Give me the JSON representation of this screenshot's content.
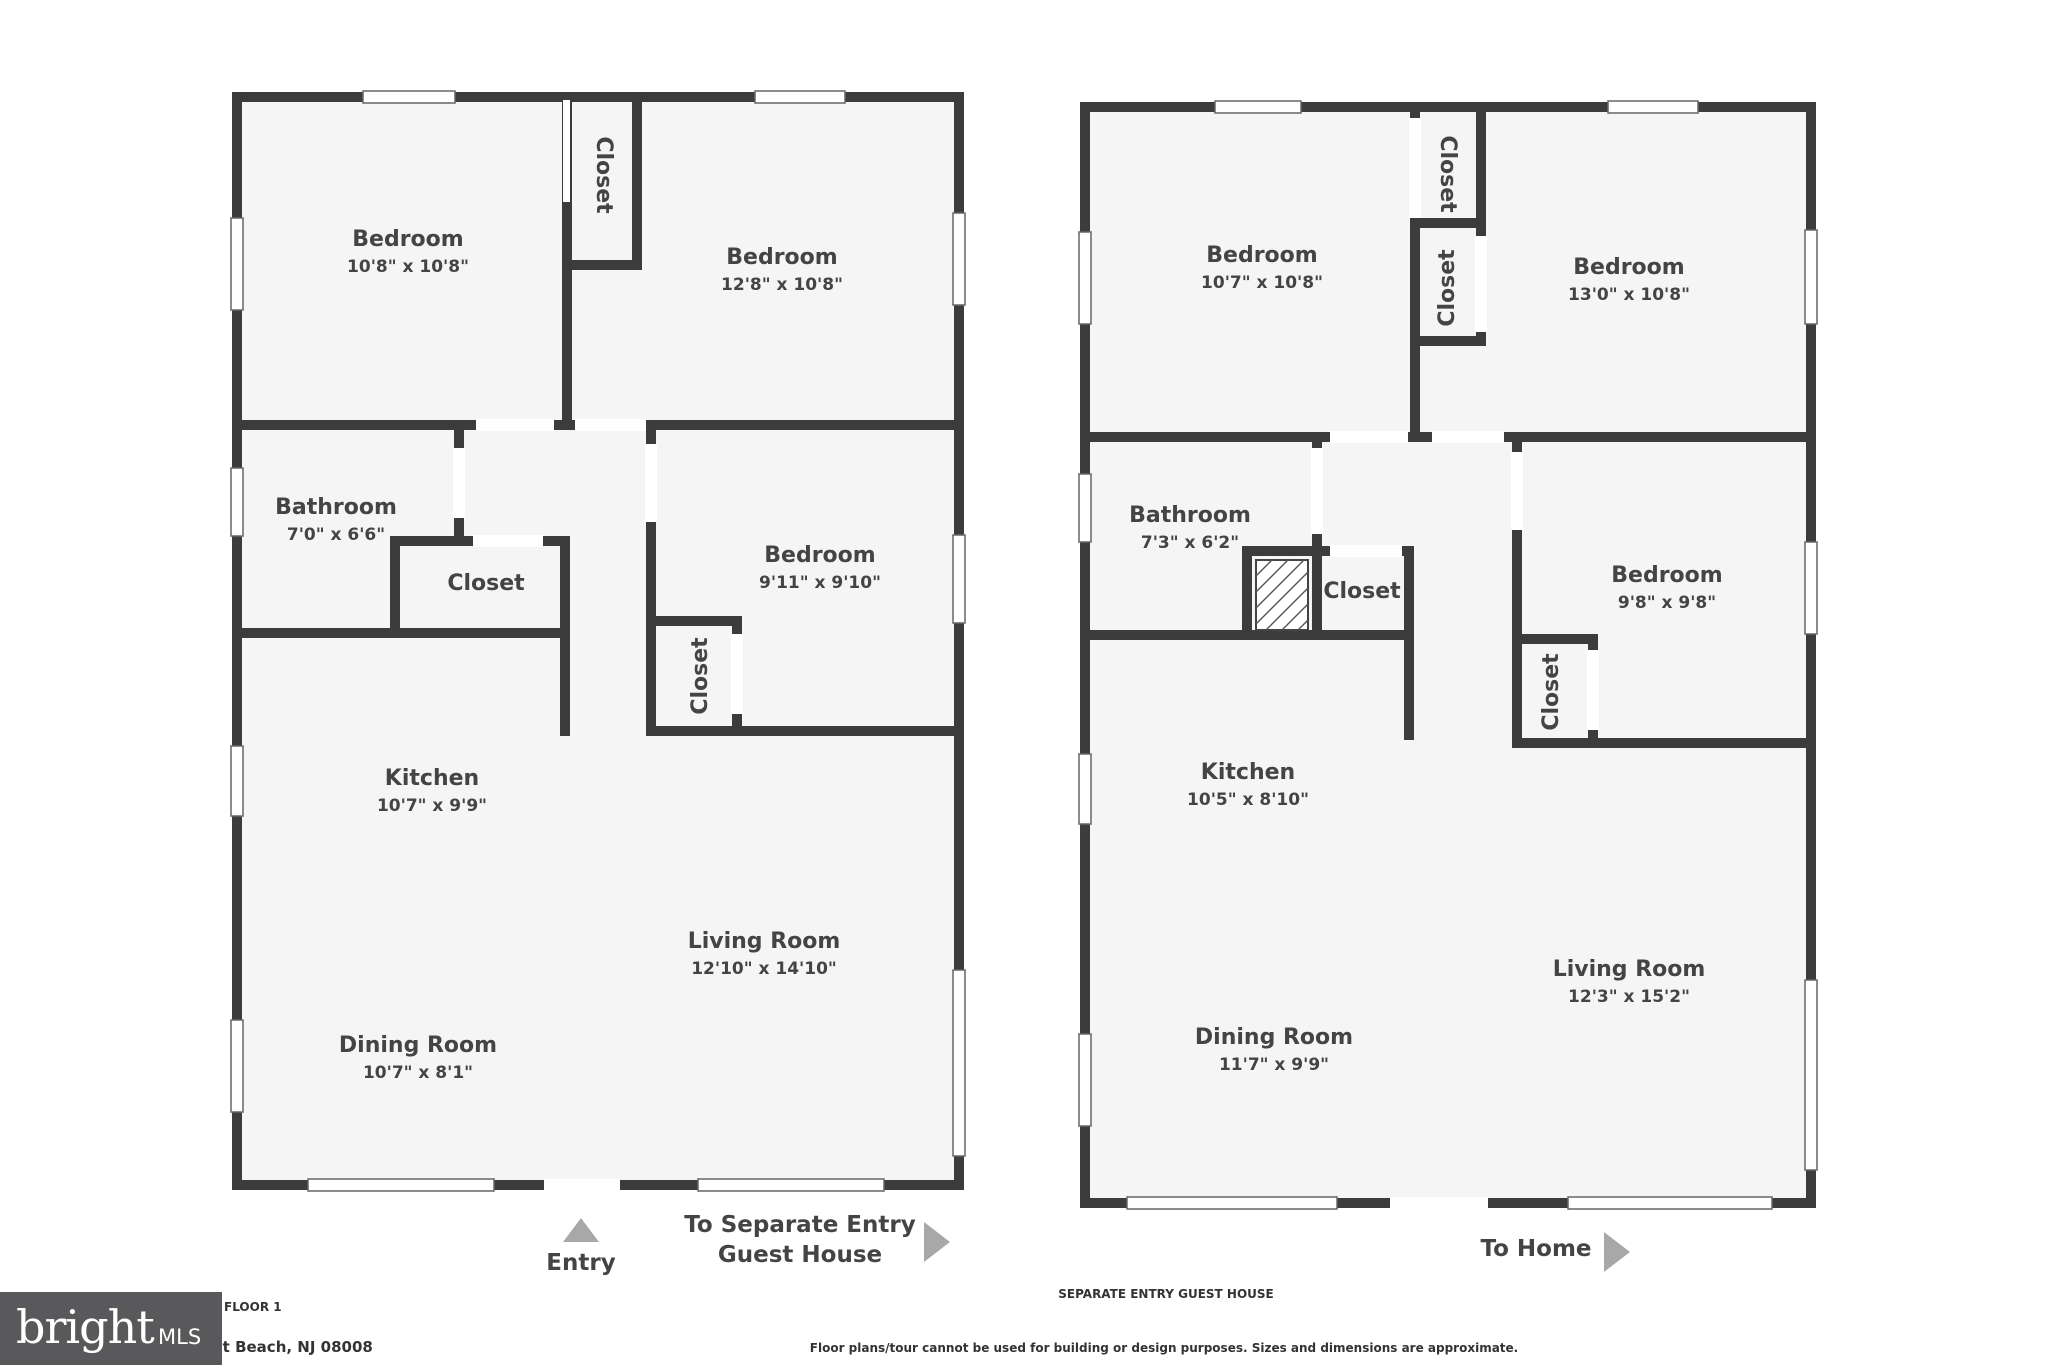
{
  "floors": [
    {
      "name": "FLOOR 1",
      "rooms": [
        {
          "name": "Bedroom",
          "dims": "10'8\" x 10'8\""
        },
        {
          "name": "Bedroom",
          "dims": "12'8\" x 10'8\""
        },
        {
          "name": "Bathroom",
          "dims": "7'0\" x 6'6\""
        },
        {
          "name": "Bedroom",
          "dims": "9'11\" x 9'10\""
        },
        {
          "name": "Kitchen",
          "dims": "10'7\" x 9'9\""
        },
        {
          "name": "Living Room",
          "dims": "12'10\" x 14'10\""
        },
        {
          "name": "Dining Room",
          "dims": "10'7\" x 8'1\""
        }
      ],
      "closets": [
        "Closet",
        "Closet",
        "Closet"
      ],
      "entry_label": "Entry",
      "guest_link_line1": "To Separate Entry",
      "guest_link_line2": "Guest House"
    },
    {
      "name": "SEPARATE ENTRY GUEST HOUSE",
      "rooms": [
        {
          "name": "Bedroom",
          "dims": "10'7\" x 10'8\""
        },
        {
          "name": "Bedroom",
          "dims": "13'0\" x 10'8\""
        },
        {
          "name": "Bathroom",
          "dims": "7'3\" x 6'2\""
        },
        {
          "name": "Bedroom",
          "dims": "9'8\" x 9'8\""
        },
        {
          "name": "Kitchen",
          "dims": "10'5\" x 8'10\""
        },
        {
          "name": "Living Room",
          "dims": "12'3\" x 15'2\""
        },
        {
          "name": "Dining Room",
          "dims": "11'7\" x 9'9\""
        }
      ],
      "closets": [
        "Closet",
        "Closet",
        "Closet",
        "Closet"
      ],
      "home_link": "To Home"
    }
  ],
  "address_partial": "nt Beach, NJ 08008",
  "disclaimer": "Floor plans/tour cannot be used for building or design purposes. Sizes and dimensions are approximate.",
  "logo": {
    "brand": "bright",
    "suffix": "MLS"
  }
}
